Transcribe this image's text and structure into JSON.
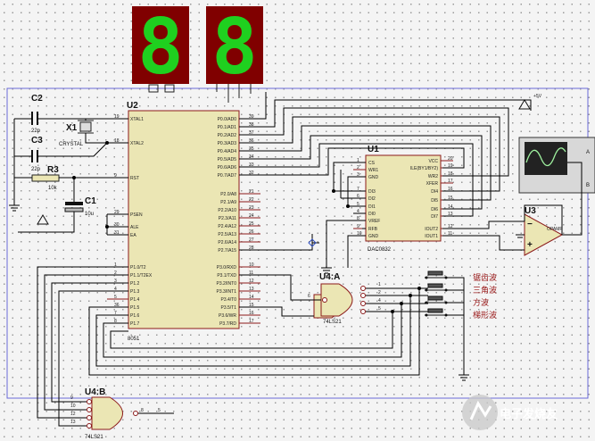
{
  "display": {
    "digit1": "8",
    "digit2": "8",
    "digit_color": "#1fd01f",
    "bg_color": "#800000"
  },
  "u2": {
    "ref": "U2",
    "model": "8051",
    "left_pins": [
      {
        "num": "19",
        "name": "XTAL1"
      },
      {
        "num": "18",
        "name": "XTAL2"
      },
      {
        "num": "9",
        "name": "RST"
      },
      {
        "num": "29",
        "name": "PSEN"
      },
      {
        "num": "30",
        "name": "ALE"
      },
      {
        "num": "31",
        "name": "EA"
      },
      {
        "num": "1",
        "name": "P1.0/T2"
      },
      {
        "num": "2",
        "name": "P1.1/T2EX"
      },
      {
        "num": "3",
        "name": "P1.2"
      },
      {
        "num": "4",
        "name": "P1.3"
      },
      {
        "num": "5",
        "name": "P1.4"
      },
      {
        "num": "36",
        "name": "P1.5"
      },
      {
        "num": "7",
        "name": "P1.6"
      },
      {
        "num": "8",
        "name": "P1.7"
      }
    ],
    "right_pins": [
      {
        "num": "39",
        "name": "P0.0/AD0"
      },
      {
        "num": "38",
        "name": "P0.1/AD1"
      },
      {
        "num": "37",
        "name": "P0.2/AD2"
      },
      {
        "num": "36",
        "name": "P0.3/AD3"
      },
      {
        "num": "35",
        "name": "P0.4/AD4"
      },
      {
        "num": "34",
        "name": "P0.5/AD5"
      },
      {
        "num": "33",
        "name": "P0.6/AD6"
      },
      {
        "num": "32",
        "name": "P0.7/AD7"
      },
      {
        "num": "21",
        "name": "P2.0/A8"
      },
      {
        "num": "22",
        "name": "P2.1/A9"
      },
      {
        "num": "23",
        "name": "P2.2/A10"
      },
      {
        "num": "24",
        "name": "P2.3/A11"
      },
      {
        "num": "25",
        "name": "P2.4/A12"
      },
      {
        "num": "26",
        "name": "P2.5/A13"
      },
      {
        "num": "27",
        "name": "P2.6/A14"
      },
      {
        "num": "28",
        "name": "P2.7/A15"
      },
      {
        "num": "10",
        "name": "P3.0/RXD"
      },
      {
        "num": "11",
        "name": "P3.1/TXD"
      },
      {
        "num": "12",
        "name": "P3.2/INT0"
      },
      {
        "num": "13",
        "name": "P3.3/INT1"
      },
      {
        "num": "14",
        "name": "P3.4/T0"
      },
      {
        "num": "15",
        "name": "P3.5/T1"
      },
      {
        "num": "16",
        "name": "P3.6/WR"
      },
      {
        "num": "17",
        "name": "P3.7/RD"
      }
    ]
  },
  "u1": {
    "ref": "U1",
    "model": "DAC0832",
    "left_pins": [
      {
        "num": "1",
        "name": "CS"
      },
      {
        "num": "2",
        "name": "WR1"
      },
      {
        "num": "3",
        "name": "GND"
      },
      {
        "num": "7",
        "name": "DI3"
      },
      {
        "num": "6",
        "name": "DI2"
      },
      {
        "num": "5",
        "name": "DI1"
      },
      {
        "num": "4",
        "name": "DI0"
      },
      {
        "num": "8",
        "name": "VREF"
      },
      {
        "num": "9",
        "name": "RFB"
      },
      {
        "num": "10",
        "name": "GND"
      }
    ],
    "right_pins": [
      {
        "num": "20",
        "name": "VCC"
      },
      {
        "num": "19",
        "name": "ILE(BY1/BY2)"
      },
      {
        "num": "18",
        "name": "WR2"
      },
      {
        "num": "17",
        "name": "XFER"
      },
      {
        "num": "16",
        "name": "DI4"
      },
      {
        "num": "15",
        "name": "DI5"
      },
      {
        "num": "14",
        "name": "DI6"
      },
      {
        "num": "13",
        "name": "DI7"
      },
      {
        "num": "12",
        "name": "IOUT2"
      },
      {
        "num": "11",
        "name": "IOUT1"
      }
    ]
  },
  "u3": {
    "ref": "U3",
    "model": "OPAMP"
  },
  "u4a": {
    "ref": "U4:A",
    "model": "74LS21",
    "out_pin": "6",
    "in_pins": [
      "1",
      "2",
      "4",
      "5"
    ]
  },
  "u4b": {
    "ref": "U4:B",
    "model": "74LS21",
    "out_pin": "8",
    "in_pins": [
      "9",
      "10",
      "12",
      "13"
    ],
    "net": "5"
  },
  "parts": {
    "c2": {
      "ref": "C2",
      "value": "22p"
    },
    "c3": {
      "ref": "C3",
      "value": "22p"
    },
    "x1": {
      "ref": "X1",
      "value": "CRYSTAL"
    },
    "r3": {
      "ref": "R3",
      "value": "10k"
    },
    "c1": {
      "ref": "C1",
      "value": "10u"
    },
    "vcc": "+5V"
  },
  "buttons": [
    "锯齿波",
    "三角波",
    "方波",
    "梯形波"
  ],
  "scope": {
    "ch_a": "A",
    "ch_b": "B"
  },
  "watermark": "电子发烧友",
  "colors": {
    "wire": "#000000",
    "body": "#ebe6b4",
    "pin": "#8b1a1a"
  }
}
